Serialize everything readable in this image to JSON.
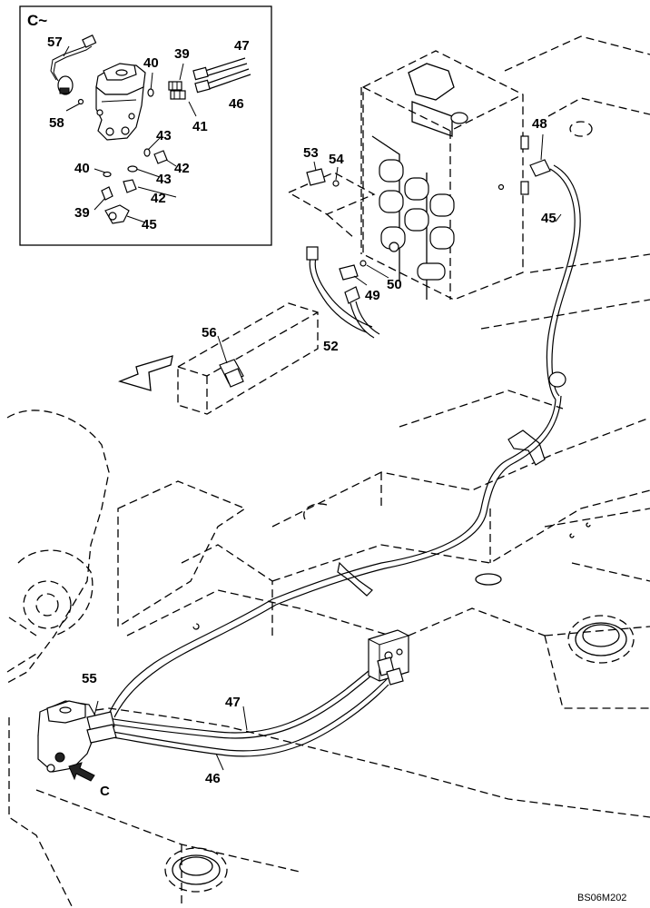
{
  "inset": {
    "title": "C~"
  },
  "callouts": {
    "c57": "57",
    "c58": "58",
    "c40a": "40",
    "c39a": "39",
    "c41": "41",
    "c47a": "47",
    "c46a": "46",
    "c43a": "43",
    "c42a": "42",
    "c40b": "40",
    "c43b": "43",
    "c42b": "42",
    "c39b": "39",
    "c45a": "45",
    "c53": "53",
    "c54": "54",
    "c48": "48",
    "c45b": "45",
    "c49": "49",
    "c50": "50",
    "c52": "52",
    "c56": "56",
    "c55": "55",
    "c47b": "47",
    "c46b": "46"
  },
  "view_marker": "C",
  "drawing_ref": "BS06M202"
}
